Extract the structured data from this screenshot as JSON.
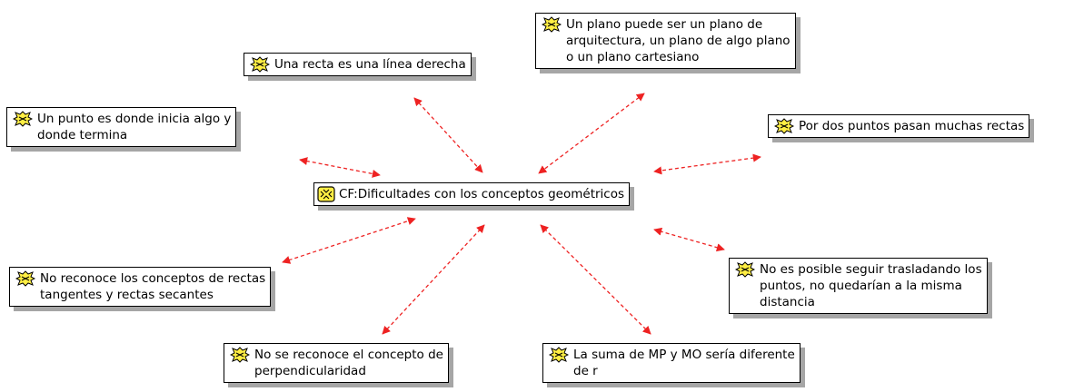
{
  "colors": {
    "edge": "#ee2222",
    "node_border": "#000000",
    "shadow": "#a6a6a6",
    "icon_fill": "#ffee44"
  },
  "central": {
    "icon": "code-family-icon",
    "label": "CF:Dificultades con los conceptos geométricos"
  },
  "nodes": [
    {
      "id": "recta",
      "icon": "code-icon",
      "lines": [
        "Una recta es una línea derecha"
      ]
    },
    {
      "id": "plano",
      "icon": "code-icon",
      "lines": [
        "Un plano puede ser un plano de",
        "arquitectura, un plano de algo plano",
        "o un plano cartesiano"
      ]
    },
    {
      "id": "punto",
      "icon": "code-icon",
      "lines": [
        "Un punto es donde inicia algo y",
        "donde termina"
      ]
    },
    {
      "id": "dos-puntos",
      "icon": "code-icon",
      "lines": [
        "Por dos puntos pasan muchas rectas"
      ]
    },
    {
      "id": "tangentes",
      "icon": "code-icon",
      "lines": [
        "No reconoce los conceptos de rectas",
        "tangentes y rectas secantes"
      ]
    },
    {
      "id": "trasladando",
      "icon": "code-icon",
      "lines": [
        "No es posible seguir trasladando los",
        "puntos, no quedarían a la misma",
        "distancia"
      ]
    },
    {
      "id": "perpendicularidad",
      "icon": "code-icon",
      "lines": [
        "No se reconoce el concepto de",
        "perpendicularidad"
      ]
    },
    {
      "id": "suma",
      "icon": "code-icon",
      "lines": [
        "La suma de MP y MO sería diferente",
        "de r"
      ]
    }
  ]
}
